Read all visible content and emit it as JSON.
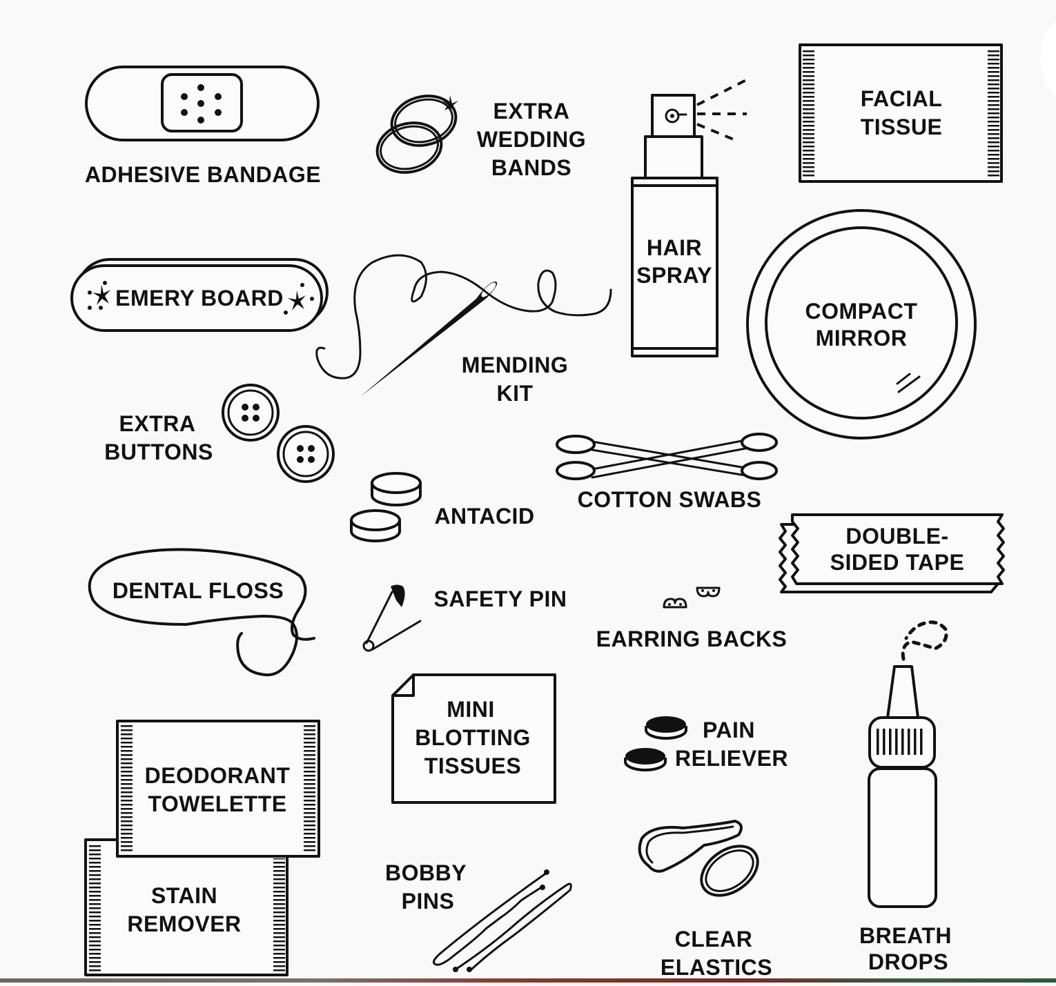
{
  "title": "Wedding Emergency Kit Items",
  "colors": {
    "ink": "#111111",
    "background": "#f9f9f9"
  },
  "items": {
    "adhesive_bandage": {
      "icon": "bandage-icon",
      "lines": [
        "ADHESIVE BANDAGE"
      ]
    },
    "wedding_bands": {
      "icon": "rings-icon",
      "lines": [
        "EXTRA",
        "WEDDING",
        "BANDS"
      ]
    },
    "hair_spray": {
      "icon": "spray-bottle-icon",
      "lines": [
        "HAIR",
        "SPRAY"
      ]
    },
    "facial_tissue": {
      "icon": "tissue-packet-icon",
      "lines": [
        "FACIAL",
        "TISSUE"
      ]
    },
    "emery_board": {
      "icon": "emery-board-icon",
      "lines": [
        "EMERY BOARD"
      ]
    },
    "mending_kit": {
      "icon": "needle-thread-icon",
      "lines": [
        "MENDING",
        "KIT"
      ]
    },
    "compact_mirror": {
      "icon": "mirror-icon",
      "lines": [
        "COMPACT",
        "MIRROR"
      ]
    },
    "extra_buttons": {
      "icon": "buttons-icon",
      "lines": [
        "EXTRA",
        "BUTTONS"
      ]
    },
    "antacid": {
      "icon": "tablets-icon",
      "lines": [
        "ANTACID"
      ]
    },
    "cotton_swabs": {
      "icon": "cotton-swabs-icon",
      "lines": [
        "COTTON SWABS"
      ]
    },
    "double_sided_tape": {
      "icon": "tape-icon",
      "lines": [
        "DOUBLE-",
        "SIDED TAPE"
      ]
    },
    "dental_floss": {
      "icon": "floss-icon",
      "lines": [
        "DENTAL FLOSS"
      ]
    },
    "safety_pin": {
      "icon": "safety-pin-icon",
      "lines": [
        "SAFETY PIN"
      ]
    },
    "earring_backs": {
      "icon": "earring-backs-icon",
      "lines": [
        "EARRING BACKS"
      ]
    },
    "deodorant_towelette": {
      "icon": "towelette-packet-icon",
      "lines": [
        "DEODORANT",
        "TOWELETTE"
      ]
    },
    "stain_remover": {
      "icon": "stain-remover-packet-icon",
      "lines": [
        "STAIN",
        "REMOVER"
      ]
    },
    "blotting_tissues": {
      "icon": "blotting-paper-icon",
      "lines": [
        "MINI",
        "BLOTTING",
        "TISSUES"
      ]
    },
    "pain_reliever": {
      "icon": "pills-icon",
      "lines": [
        "PAIN",
        "RELIEVER"
      ]
    },
    "bobby_pins": {
      "icon": "bobby-pins-icon",
      "lines": [
        "BOBBY",
        "PINS"
      ]
    },
    "clear_elastics": {
      "icon": "elastics-icon",
      "lines": [
        "CLEAR",
        "ELASTICS"
      ]
    },
    "breath_drops": {
      "icon": "dropper-bottle-icon",
      "lines": [
        "BREATH",
        "DROPS"
      ]
    }
  }
}
